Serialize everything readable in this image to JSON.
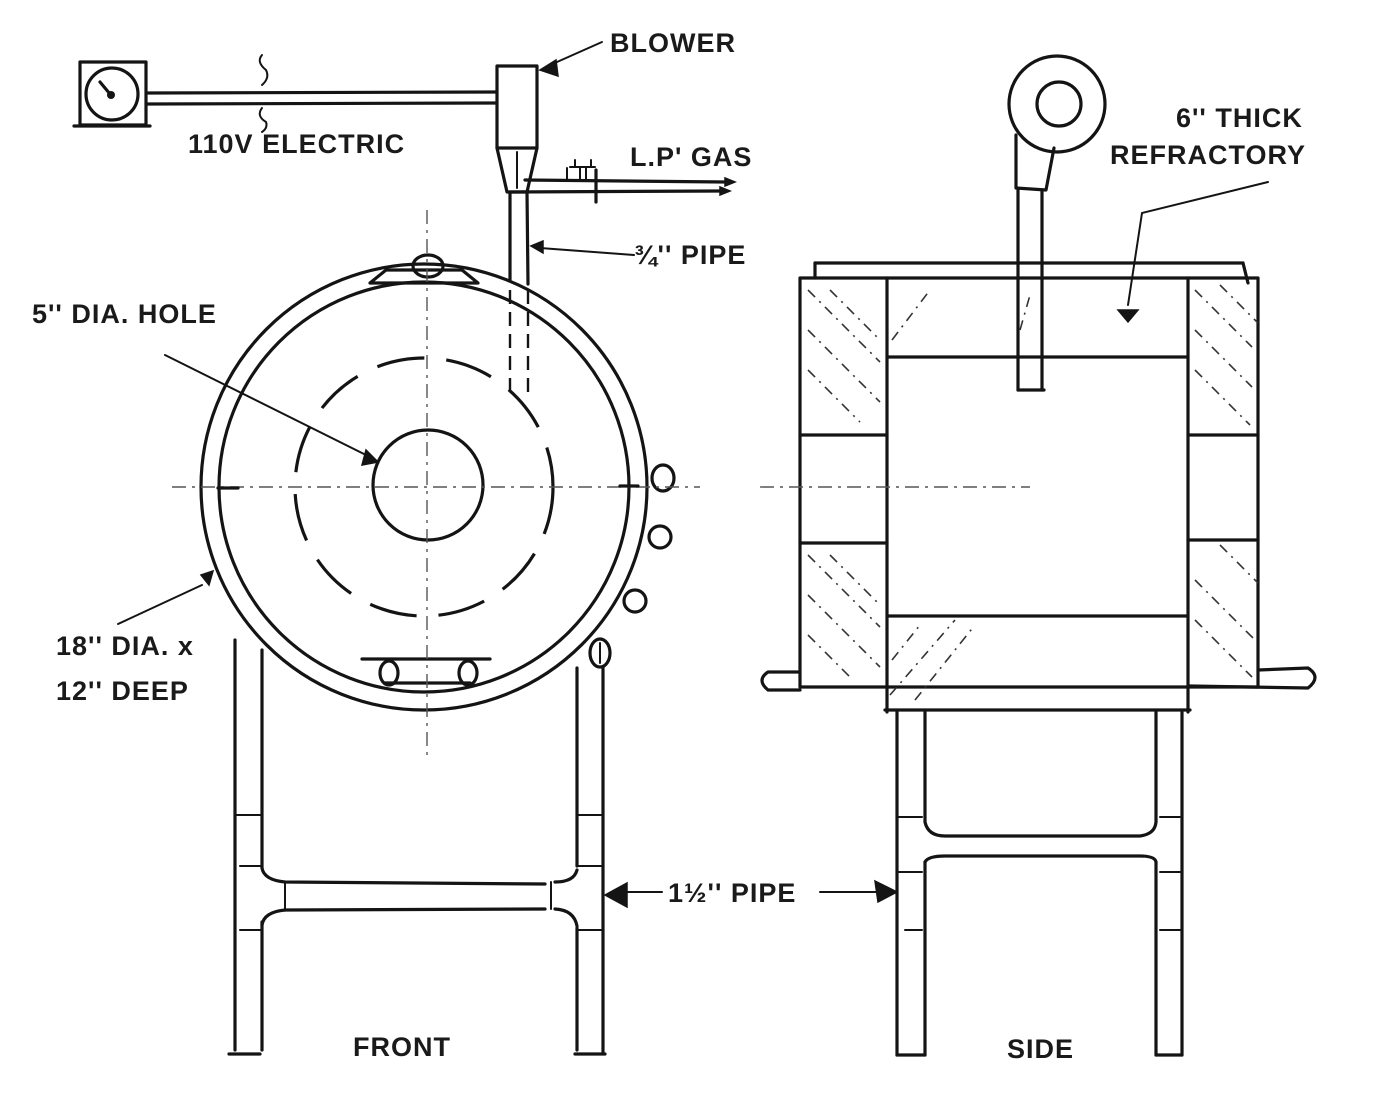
{
  "diagram": {
    "type": "technical-drawing",
    "subject": "gas-fired furnace on pipe stand",
    "labels": {
      "blower": "BLOWER",
      "electric": "110V ELECTRIC",
      "gas": "L.P' GAS",
      "small_pipe": "¾'' PIPE",
      "hole": "5'' DIA. HOLE",
      "body_line1": "18'' DIA. x",
      "body_line2": "12'' DEEP",
      "refractory_line1": "6'' THICK",
      "refractory_line2": "REFRACTORY",
      "leg_pipe": "1½'' PIPE",
      "front_view": "FRONT",
      "side_view": "SIDE"
    },
    "views": [
      "FRONT",
      "SIDE"
    ],
    "components": [
      {
        "name": "switch-box",
        "icon": "gauge-dial-icon"
      },
      {
        "name": "blower"
      },
      {
        "name": "gas-valve"
      },
      {
        "name": "burner-pipe",
        "spec": "¾'' PIPE"
      },
      {
        "name": "furnace-body",
        "spec": "18'' DIA. x 12'' DEEP"
      },
      {
        "name": "center-hole",
        "spec": "5'' DIA. HOLE"
      },
      {
        "name": "refractory-lining",
        "spec": "6'' THICK REFRACTORY"
      },
      {
        "name": "stand-legs",
        "spec": "1½'' PIPE"
      }
    ]
  }
}
